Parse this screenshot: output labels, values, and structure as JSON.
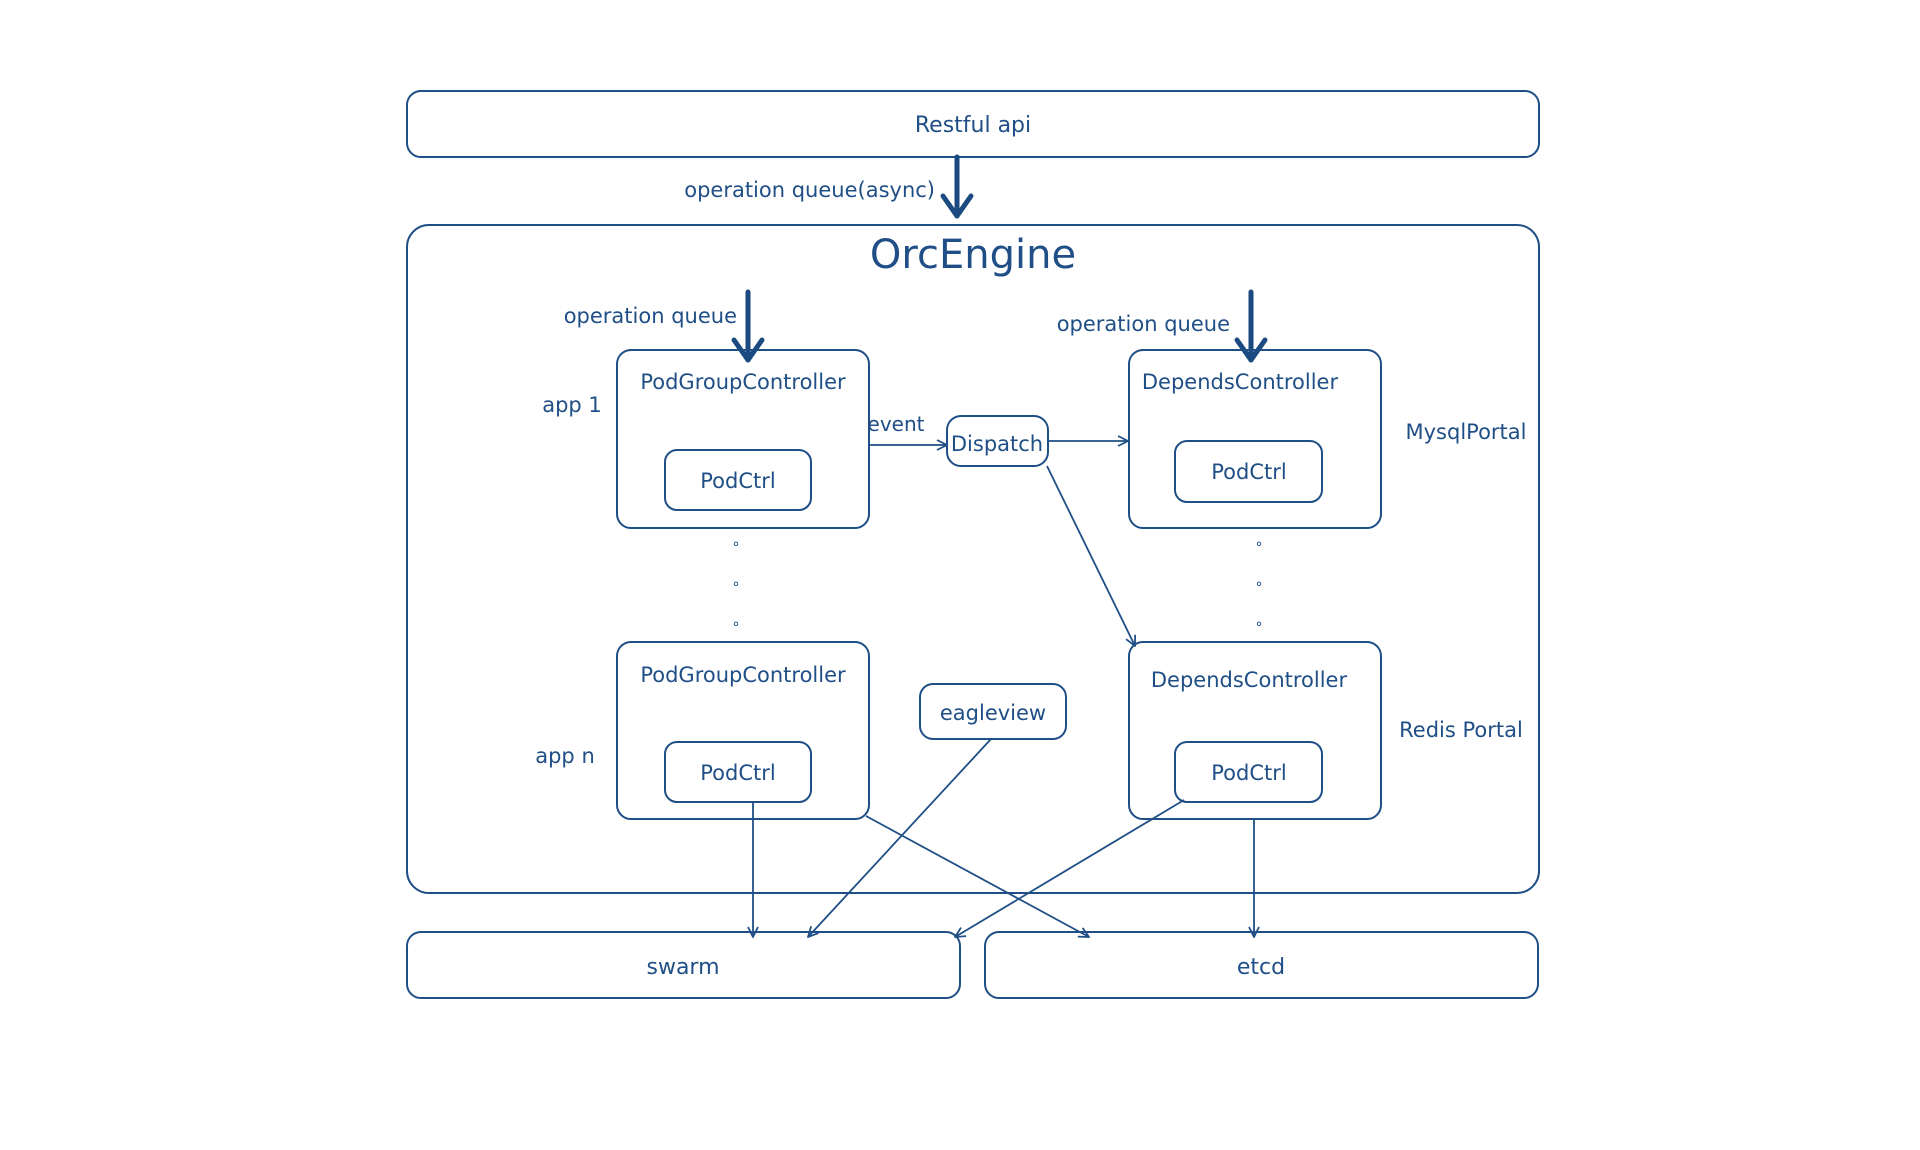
{
  "top": {
    "label": "Restful api"
  },
  "queue_async_label": "operation queue(async)",
  "engine": {
    "title": "OrcEngine"
  },
  "left": {
    "queue_label": "operation queue",
    "app1_label": "app 1",
    "appn_label": "app n",
    "controller_label": "PodGroupController",
    "pod_label": "PodCtrl"
  },
  "right": {
    "queue_label": "operation queue",
    "controller_label": "DependsController",
    "pod_label": "PodCtrl",
    "mysql_label": "MysqlPortal",
    "redis_label": "Redis Portal"
  },
  "event_label": "event",
  "dispatch_label": "Dispatch",
  "eagleview_label": "eagleview",
  "bottom": {
    "swarm_label": "swarm",
    "etcd_label": "etcd"
  },
  "ellipsis_dot": "°",
  "colors": {
    "ink": "#1f4f86",
    "background": "#ffffff"
  }
}
